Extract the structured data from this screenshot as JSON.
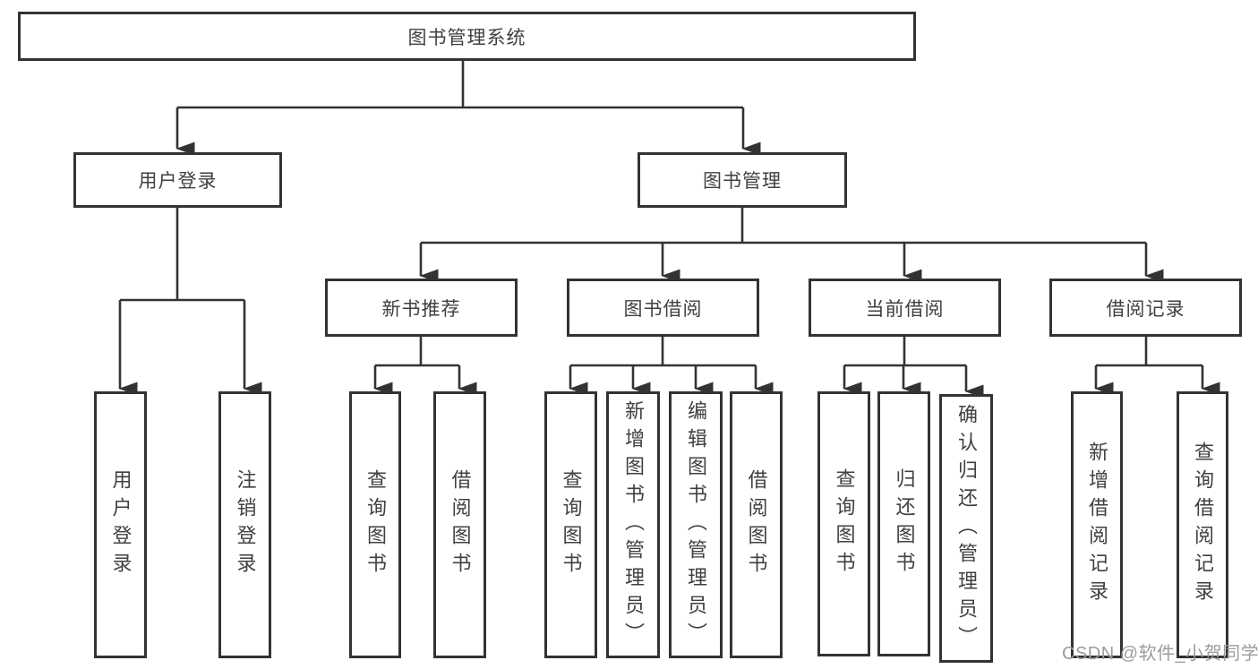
{
  "colors": {
    "line": "#333333",
    "text": "#404040",
    "box_bg": "#ffffff",
    "watermark": "#9c9c9c",
    "canvas_bg": "#ffffff"
  },
  "watermark": "CSDN @软件_小贺同学",
  "tree": {
    "label": "图书管理系统",
    "children": [
      {
        "label": "用户登录",
        "children": [
          {
            "label": "用户登录"
          },
          {
            "label": "注销登录"
          }
        ]
      },
      {
        "label": "图书管理",
        "children": [
          {
            "label": "新书推荐",
            "children": [
              {
                "label": "查询图书"
              },
              {
                "label": "借阅图书"
              }
            ]
          },
          {
            "label": "图书借阅",
            "children": [
              {
                "label": "查询图书"
              },
              {
                "label": "新增图书（管理员）"
              },
              {
                "label": "编辑图书（管理员）"
              },
              {
                "label": "借阅图书"
              }
            ]
          },
          {
            "label": "当前借阅",
            "children": [
              {
                "label": "查询图书"
              },
              {
                "label": "归还图书"
              },
              {
                "label": "确认归还（管理员）"
              }
            ]
          },
          {
            "label": "借阅记录",
            "children": [
              {
                "label": "新增借阅记录"
              },
              {
                "label": "查询借阅记录"
              }
            ]
          }
        ]
      }
    ]
  }
}
